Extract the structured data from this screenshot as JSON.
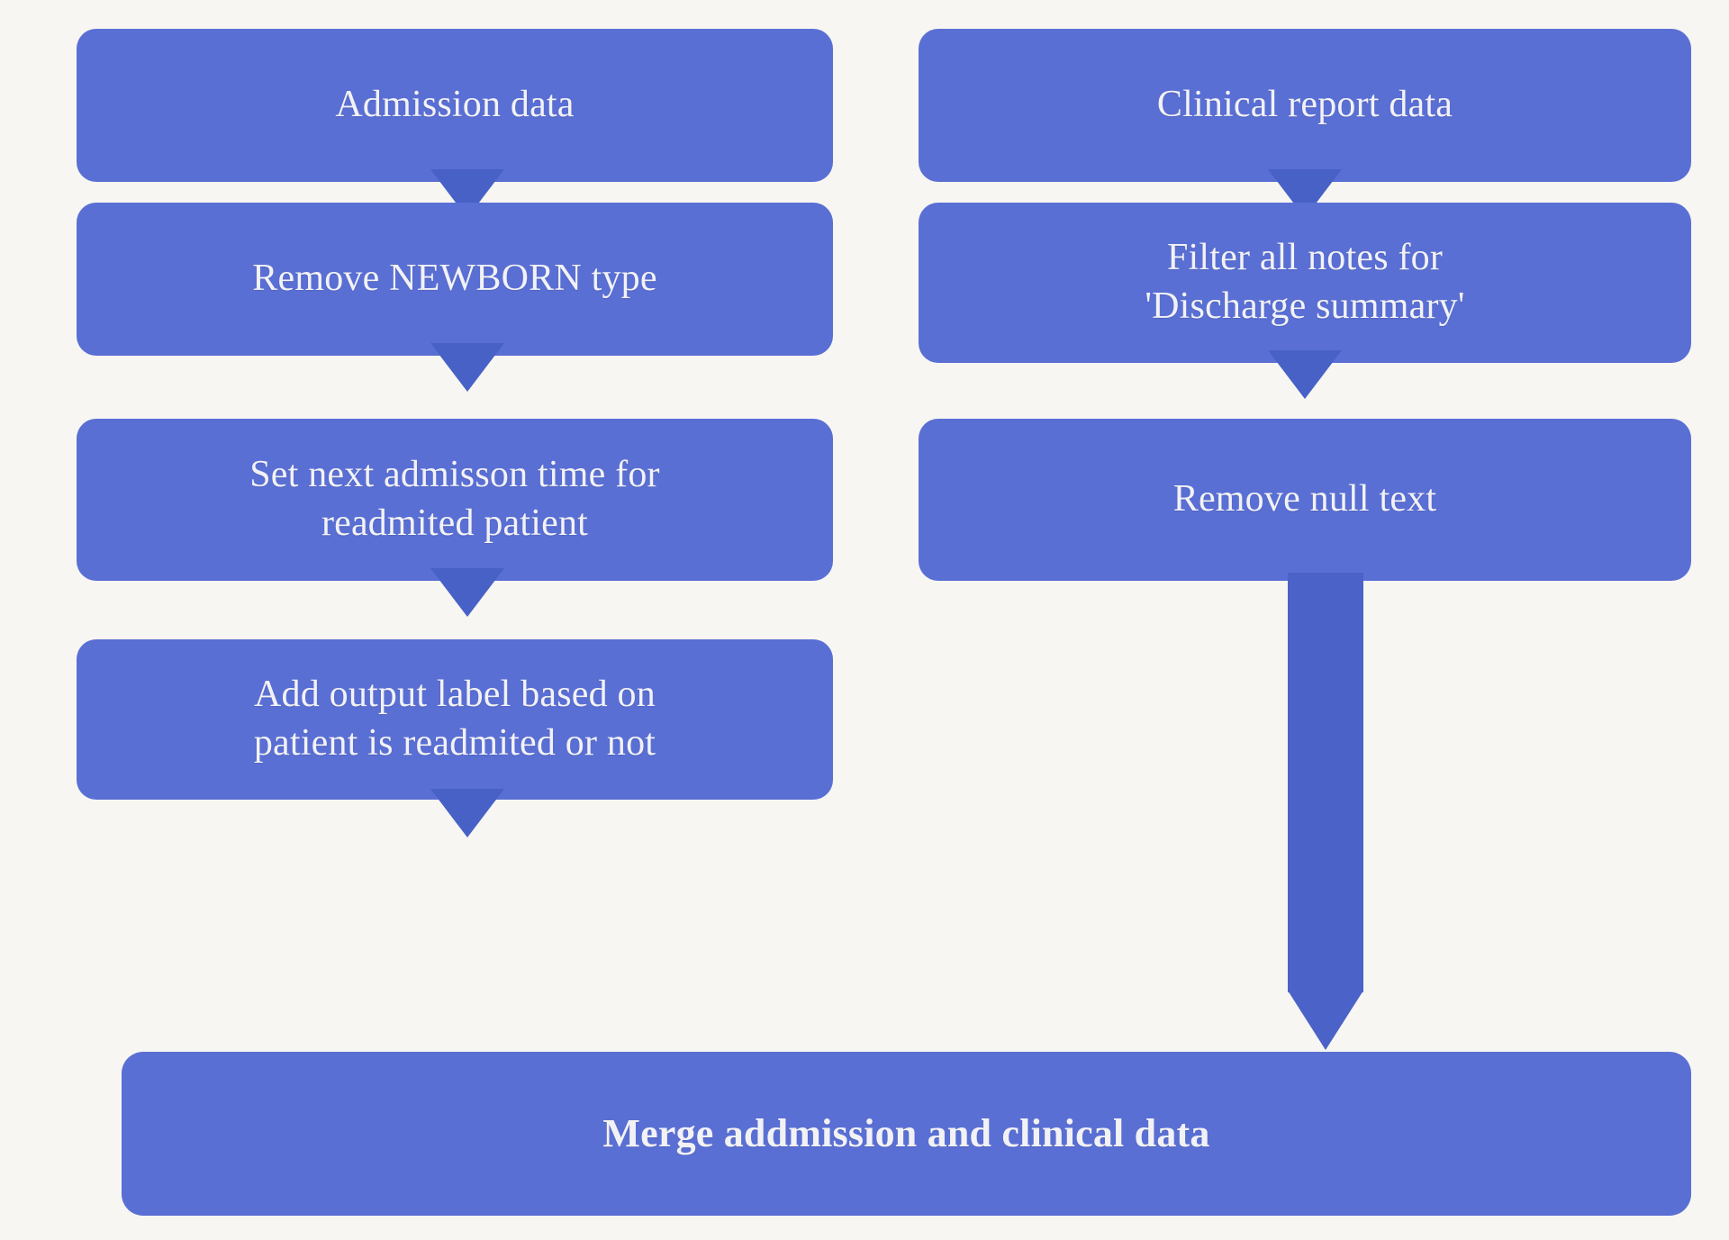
{
  "diagram": {
    "title": "Data preprocessing pipeline flowchart",
    "background_color": "#f7f6f2",
    "node_color": "#5a6fd4",
    "arrow_color": "#4861c6",
    "text_color": "#f2f2f5",
    "left_column": [
      {
        "id": "admission-data",
        "label": "Admission data"
      },
      {
        "id": "remove-newborn-type",
        "label": "Remove NEWBORN type"
      },
      {
        "id": "set-next-admission-time",
        "label": "Set next admisson time for\nreadmited patient"
      },
      {
        "id": "add-output-label",
        "label": "Add output label based on\npatient is readmited or not"
      }
    ],
    "right_column": [
      {
        "id": "clinical-report-data",
        "label": "Clinical report data"
      },
      {
        "id": "filter-discharge-summary",
        "label": "Filter all notes for\n'Discharge summary'"
      },
      {
        "id": "remove-null-text",
        "label": "Remove null text"
      }
    ],
    "merge_node": {
      "id": "merge-admission-clinical",
      "label": "Merge addmission and clinical data"
    },
    "connectors": [
      {
        "id": "arrow-admission-to-newborn",
        "from": "admission-data",
        "to": "remove-newborn-type",
        "type": "triangle"
      },
      {
        "id": "arrow-newborn-to-nexttime",
        "from": "remove-newborn-type",
        "to": "set-next-admission-time",
        "type": "triangle"
      },
      {
        "id": "arrow-nexttime-to-outputlabel",
        "from": "set-next-admission-time",
        "to": "add-output-label",
        "type": "triangle"
      },
      {
        "id": "arrow-outputlabel-to-merge",
        "from": "add-output-label",
        "to": "merge-admission-clinical",
        "type": "triangle"
      },
      {
        "id": "arrow-clinical-to-filter",
        "from": "clinical-report-data",
        "to": "filter-discharge-summary",
        "type": "triangle"
      },
      {
        "id": "arrow-filter-to-removenull",
        "from": "filter-discharge-summary",
        "to": "remove-null-text",
        "type": "triangle"
      },
      {
        "id": "arrow-removenull-to-merge",
        "from": "remove-null-text",
        "to": "merge-admission-clinical",
        "type": "long-arrow"
      }
    ]
  }
}
